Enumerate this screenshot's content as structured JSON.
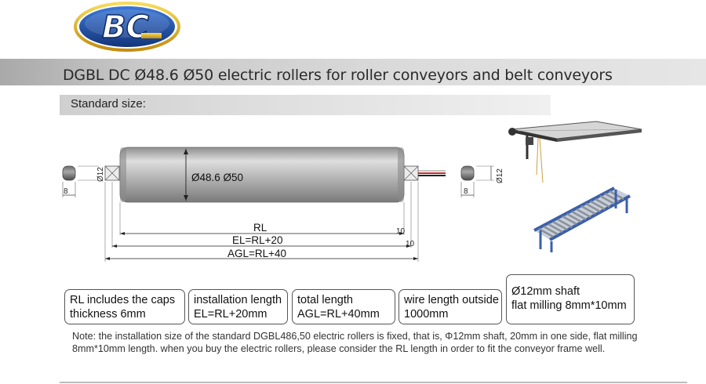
{
  "logo": {
    "text": "BC"
  },
  "header": {
    "title": "DGBL DC Ø48.6 Ø50 electric rollers for roller conveyors and belt conveyors"
  },
  "section": {
    "label": "Standard size:"
  },
  "drawing": {
    "phi12_left": "Ø12",
    "phi12_right": "Ø12",
    "dim8_left": "8",
    "dim8_right": "8",
    "diameter": "Ø48.6  Ø50",
    "rl": "RL",
    "el": "EL=RL+20",
    "agl": "AGL=RL+40",
    "ten_a": "10",
    "ten_b": "10"
  },
  "specs": [
    {
      "line1": "RL includes the caps",
      "line2": "thickness 6mm"
    },
    {
      "line1": "installation length",
      "line2": "EL=RL+20mm"
    },
    {
      "line1": "total length",
      "line2": "AGL=RL+40mm"
    },
    {
      "line1": "wire length outside",
      "line2": "1000mm"
    },
    {
      "line1": "Ø12mm shaft",
      "line2": "flat milling 8mm*10mm"
    }
  ],
  "note": {
    "text": "Note: the installation size of the standard DGBL486,50 electric rollers is fixed, that is, Φ12mm shaft, 20mm in one side, flat milling 8mm*10mm length. when you buy the electric rollers, please consider the RL length in order to fit the conveyor frame well."
  },
  "colors": {
    "roller": "#b8b8b8",
    "header_band": "#c9c9c9",
    "logo_blue": "#1f4fa0",
    "logo_gold": "#e0b020"
  }
}
